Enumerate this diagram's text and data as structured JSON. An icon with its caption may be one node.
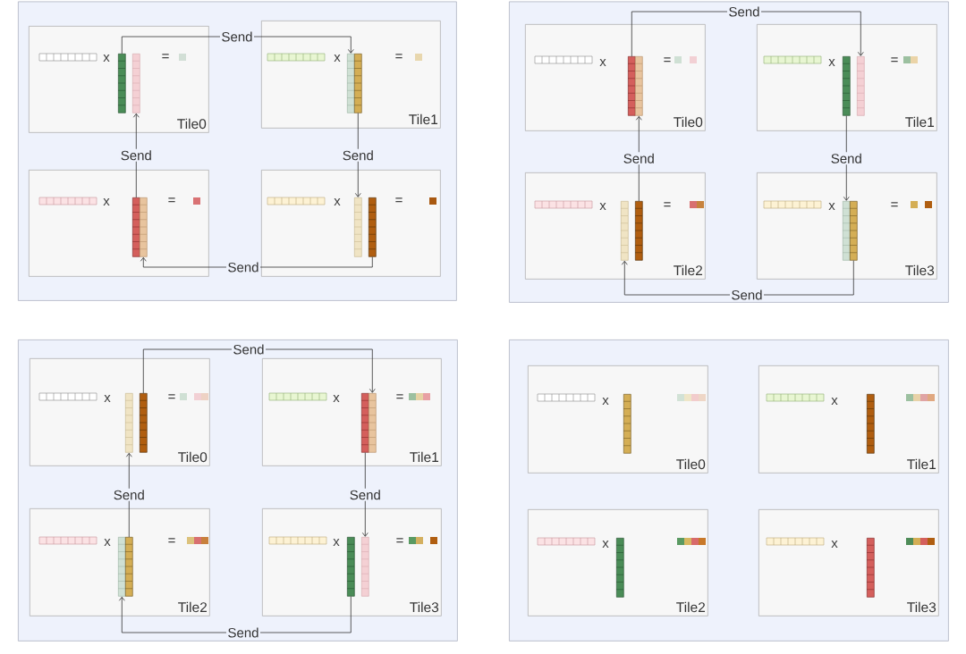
{
  "diagram": {
    "nodes": [
      {
        "text": [],
        "shape": "box"
      },
      {
        "text": [
          "x",
          "=",
          "Tile0"
        ],
        "in": 0
      },
      {
        "text": [],
        "shape": "bar",
        "in": 1
      },
      {
        "text": [],
        "shape": "bar",
        "in": 1
      },
      {
        "text": [
          "x",
          "=",
          "Tile1"
        ],
        "in": 0
      },
      {
        "text": [],
        "shape": "bar",
        "in": 4
      },
      {
        "text": [],
        "shape": "bar",
        "in": 4
      },
      {
        "text": [
          "x",
          "="
        ],
        "in": 0
      },
      {
        "text": [],
        "shape": "bar",
        "in": 7
      },
      {
        "text": [],
        "shape": "bar",
        "in": 7
      },
      {
        "text": [
          "x",
          "="
        ],
        "in": 0
      },
      {
        "text": [],
        "shape": "bar",
        "in": 10
      },
      {
        "text": [],
        "shape": "bar",
        "in": 10
      },
      {
        "text": [],
        "shape": "box"
      },
      {
        "text": [
          "x",
          "=",
          "Tile0"
        ],
        "in": 13
      },
      {
        "text": [],
        "shape": "bar",
        "in": 14
      },
      {
        "text": [],
        "shape": "bar",
        "in": 14
      },
      {
        "text": [
          "x",
          "=",
          "Tile1"
        ],
        "in": 13
      },
      {
        "text": [],
        "shape": "bar",
        "in": 17
      },
      {
        "text": [],
        "shape": "bar",
        "in": 17
      },
      {
        "text": [
          "x",
          "=",
          "Tile2"
        ],
        "in": 13
      },
      {
        "text": [],
        "shape": "bar",
        "in": 20
      },
      {
        "text": [],
        "shape": "bar",
        "in": 20
      },
      {
        "text": [
          "x",
          "=",
          "Tile3"
        ],
        "in": 13
      },
      {
        "text": [],
        "shape": "bar",
        "in": 23
      },
      {
        "text": [],
        "shape": "bar",
        "in": 23
      },
      {
        "text": [],
        "shape": "box"
      },
      {
        "text": [
          "x",
          "=",
          "Tile0"
        ],
        "in": 26
      },
      {
        "text": [],
        "shape": "bar",
        "in": 27
      },
      {
        "text": [],
        "shape": "bar",
        "in": 27
      },
      {
        "text": [
          "x",
          "=",
          "Tile1"
        ],
        "in": 26
      },
      {
        "text": [],
        "shape": "bar",
        "in": 30
      },
      {
        "text": [],
        "shape": "bar",
        "in": 30
      },
      {
        "text": [
          "x",
          "=",
          "Tile2"
        ],
        "in": 26
      },
      {
        "text": [],
        "shape": "bar",
        "in": 33
      },
      {
        "text": [],
        "shape": "bar",
        "in": 33
      },
      {
        "text": [
          "x",
          "=",
          "Tile3"
        ],
        "in": 26
      },
      {
        "text": [],
        "shape": "bar",
        "in": 36
      },
      {
        "text": [],
        "shape": "bar",
        "in": 36
      },
      {
        "text": [],
        "shape": "box"
      },
      {
        "text": [
          "x",
          "Tile0"
        ],
        "in": 39
      },
      {
        "text": [],
        "shape": "bar",
        "in": 40
      },
      {
        "text": [
          "x",
          "Tile1"
        ],
        "in": 39
      },
      {
        "text": [],
        "shape": "bar",
        "in": 42
      },
      {
        "text": [
          "x",
          "Tile2"
        ],
        "in": 39
      },
      {
        "text": [],
        "shape": "bar",
        "in": 44
      },
      {
        "text": [
          "x",
          "Tile3"
        ],
        "in": 39
      },
      {
        "text": [],
        "shape": "bar",
        "in": 46
      }
    ],
    "edges": [
      {
        "from": 2,
        "to": 5,
        "arrow": "to",
        "label": "Send"
      },
      {
        "from": 8,
        "to": 3,
        "arrow": "to",
        "label": "Send"
      },
      {
        "from": 6,
        "to": 11,
        "arrow": "to",
        "label": "Send"
      },
      {
        "from": 12,
        "to": 9,
        "arrow": "to",
        "label": "Send"
      },
      {
        "from": 15,
        "to": 19,
        "arrow": "to",
        "label": "Send"
      },
      {
        "from": 22,
        "to": 16,
        "arrow": "to",
        "label": "Send"
      },
      {
        "from": 18,
        "to": 24,
        "arrow": "to",
        "label": "Send"
      },
      {
        "from": 25,
        "to": 21,
        "arrow": "to",
        "label": "Send"
      },
      {
        "from": 29,
        "to": 32,
        "arrow": "to",
        "label": "Send"
      },
      {
        "from": 35,
        "to": 28,
        "arrow": "to",
        "label": "Send"
      },
      {
        "from": 31,
        "to": 38,
        "arrow": "to",
        "label": "Send"
      },
      {
        "from": 37,
        "to": 34,
        "arrow": "to",
        "label": "Send"
      }
    ]
  }
}
